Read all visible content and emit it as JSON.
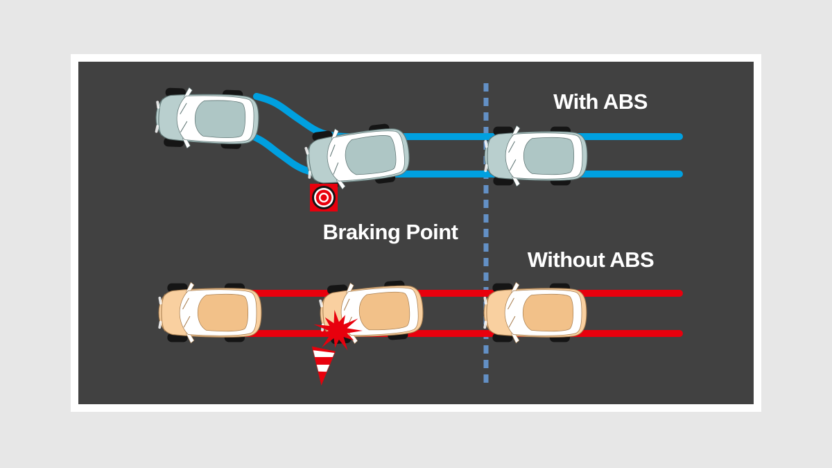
{
  "labels": {
    "with_abs": "With ABS",
    "without_abs": "Without ABS",
    "braking_point": "Braking Point"
  },
  "colors": {
    "page_background": "#e7e7e7",
    "frame": "#ffffff",
    "road": "#414141",
    "abs_path": "#00a0e0",
    "no_abs_path": "#e8000d",
    "marker_red": "#e8000d",
    "lane_divider": "#6390c5",
    "abs_car_body": "#b9cfce",
    "no_abs_car_body": "#f9d0a0",
    "label_text": "#ffffff"
  },
  "icons": {
    "braking_point_marker": "bullseye-target-icon",
    "collision_burst": "crash-starburst-icon",
    "toppled_cone": "traffic-cone-icon",
    "lane_divider": "vertical-dashed-line"
  },
  "scenarios": {
    "with_abs": {
      "cars_shown": 3,
      "path_style": "curved-then-straight-blue"
    },
    "without_abs": {
      "cars_shown": 3,
      "path_style": "straight-red-skid"
    }
  }
}
